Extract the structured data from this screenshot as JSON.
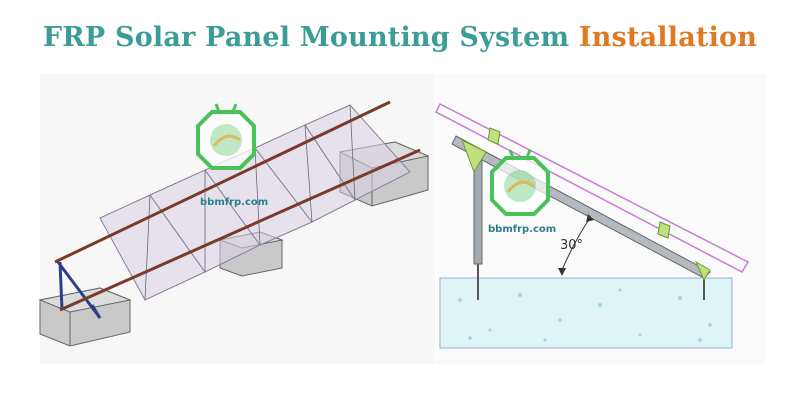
{
  "header": {
    "title_main": "FRP Solar Panel Mounting System",
    "title_accent": "Installation"
  },
  "left_diagram": {
    "watermark": "bbmfrp.com"
  },
  "right_diagram": {
    "watermark": "bbmfrp.com",
    "angle_label": "30°"
  },
  "colors": {
    "title_main": "#3b9d95",
    "title_accent": "#e07a22",
    "logo_green": "#49c25a",
    "rail": "#7a3a2a",
    "panel": "#b9a6c8",
    "support": "#8a8e98",
    "concrete": "#dff4f4"
  }
}
